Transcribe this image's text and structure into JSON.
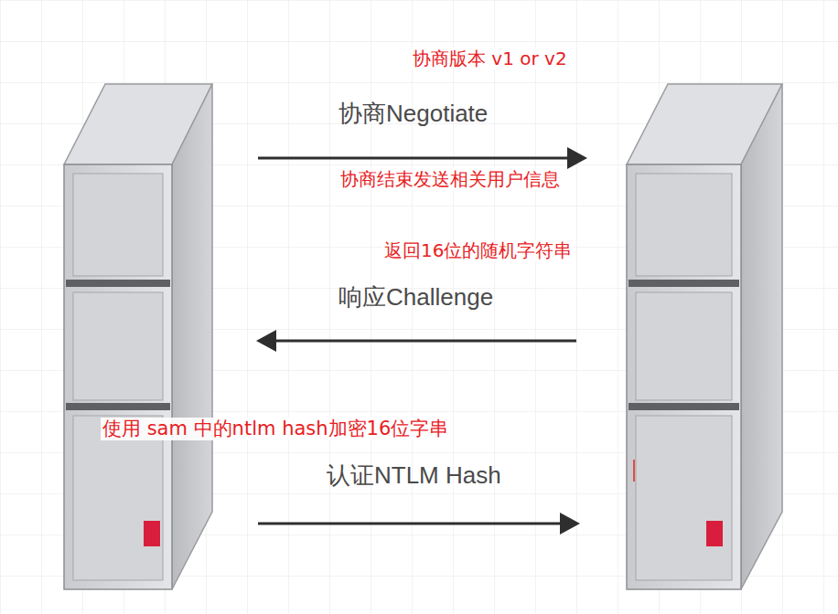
{
  "diagram": {
    "labels": [
      "协商版本 v1 or v2",
      "协商Negotiate",
      "协商结束发送相关用户信息",
      "返回16位的随机字符串",
      "响应Challenge",
      "使用 sam 中的ntlm hash加密16位字串",
      "认证NTLM Hash"
    ]
  }
}
